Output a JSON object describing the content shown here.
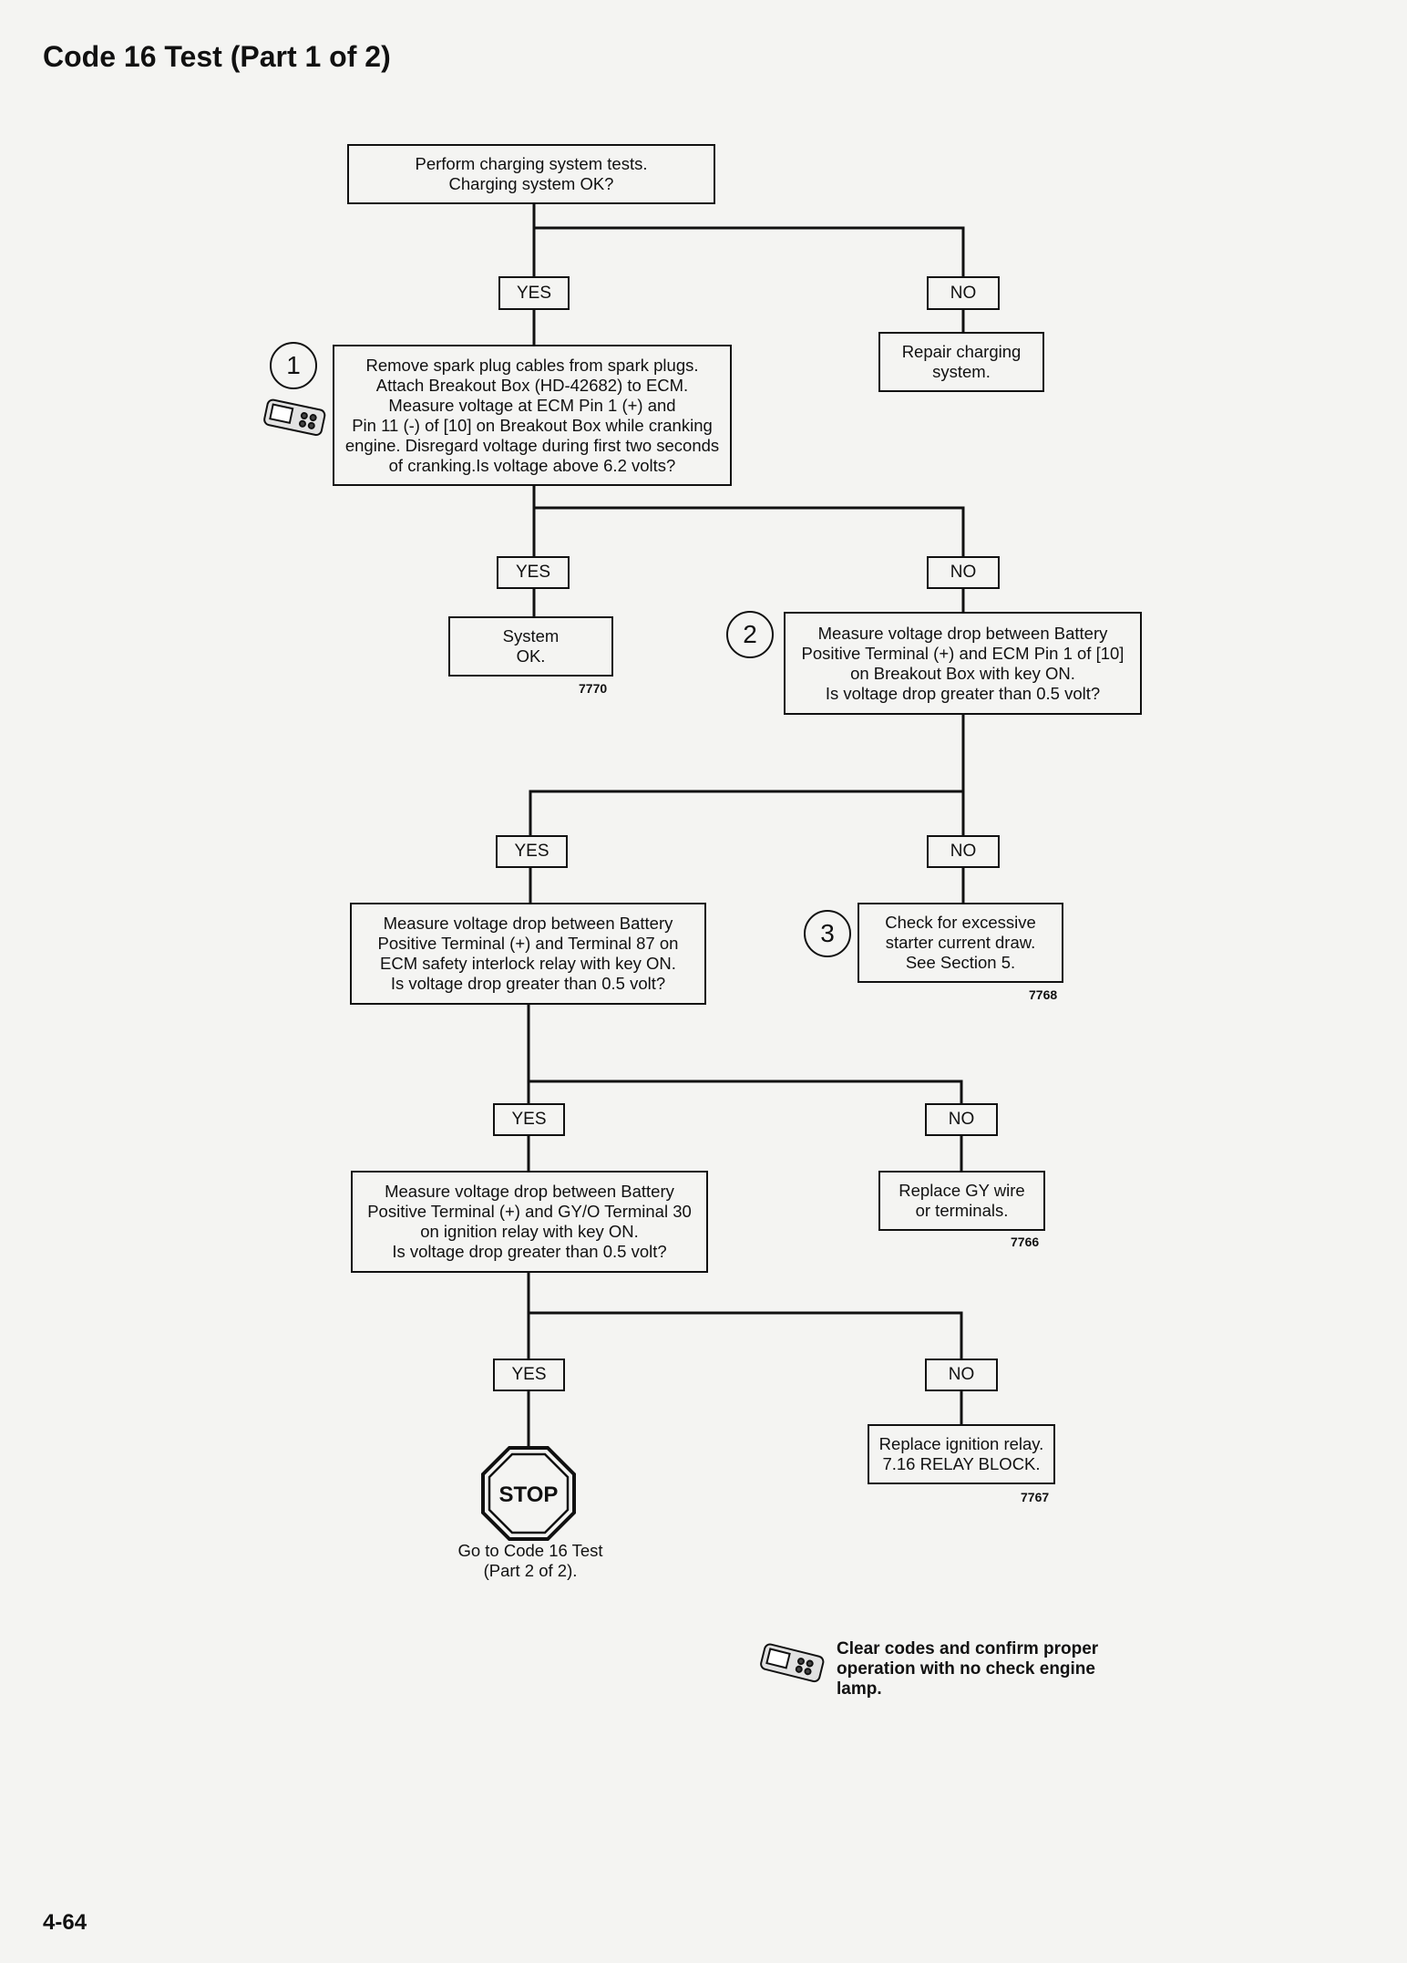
{
  "title": "Code 16 Test (Part 1 of 2)",
  "page_number": "4-64",
  "labels": {
    "yes": "YES",
    "no": "NO"
  },
  "steps": {
    "step1_number": "1",
    "step2_number": "2",
    "step3_number": "3"
  },
  "boxes": {
    "charging_test": "Perform charging system tests.\nCharging system OK?",
    "repair_charging": "Repair charging\nsystem.",
    "breakout_box": "Remove spark plug cables from spark plugs.\nAttach Breakout Box (HD-42682) to ECM.\nMeasure voltage at ECM Pin 1 (+) and\nPin 11 (-) of [10] on Breakout Box while cranking\nengine. Disregard voltage during first two seconds\nof cranking.Is voltage above 6.2 volts?",
    "system_ok": "System\nOK.",
    "battery_ecm_drop": "Measure voltage drop between Battery\nPositive Terminal (+) and ECM Pin 1 of [10]\non Breakout Box with key ON.\nIs voltage drop greater than 0.5 volt?",
    "terminal87_drop": "Measure voltage drop between Battery\nPositive Terminal (+) and Terminal 87 on\nECM safety interlock relay with key ON.\nIs voltage drop greater than 0.5 volt?",
    "starter_current": "Check for excessive\nstarter current draw.\nSee Section 5.",
    "terminal30_drop": "Measure voltage drop between Battery\nPositive Terminal (+) and GY/O Terminal 30\non ignition relay with key ON.\nIs voltage drop greater than 0.5 volt?",
    "replace_gy_wire": "Replace GY wire\nor terminals.",
    "replace_relay": "Replace ignition relay.\n7.16 RELAY BLOCK."
  },
  "figure_numbers": {
    "system_ok": "7770",
    "starter_current": "7768",
    "replace_gy_wire": "7766",
    "replace_relay": "7767"
  },
  "stop": {
    "label": "STOP",
    "caption": "Go to Code 16 Test\n(Part 2 of 2)."
  },
  "footnote": "Clear codes and confirm proper operation with no check engine lamp.",
  "colors": {
    "ink": "#111111",
    "paper": "#f4f4f2"
  },
  "icons": [
    "digital-multimeter-icon",
    "stop-sign-icon",
    "scan-tool-icon"
  ]
}
